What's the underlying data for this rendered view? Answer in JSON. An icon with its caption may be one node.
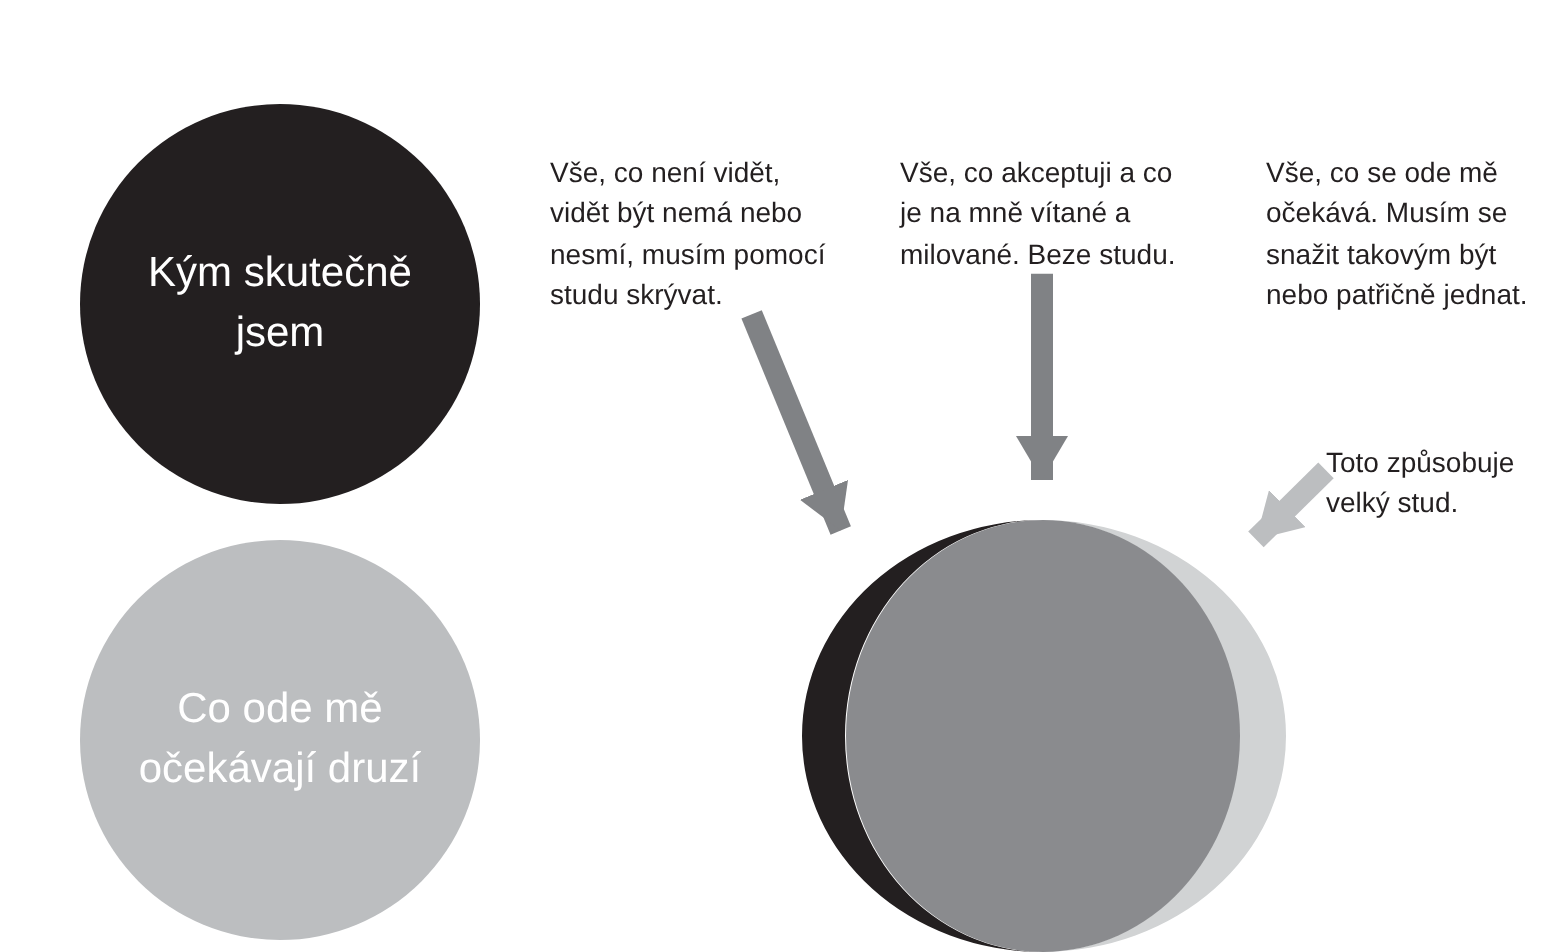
{
  "diagram": {
    "nodes": [
      {
        "text": [
          "Kým skutečně jsem"
        ]
      },
      {
        "text": [
          "Co ode mě očekávají druzí"
        ]
      },
      {
        "text": [
          "Vše, co není vidět, vidět být nemá nebo nesmí, musím pomocí studu skrývat."
        ]
      },
      {
        "text": [
          "Vše, co akceptuji a co je na mně vítané a milované. Beze studu."
        ]
      },
      {
        "text": [
          "Vše, co se ode mě očekává. Musím se snažit takovým být nebo patřičně jednat."
        ]
      },
      {
        "text": [
          "Toto způsobuje velký stud."
        ]
      },
      {
        "text": [],
        "shape": "circle"
      },
      {
        "text": [],
        "shape": "circle"
      },
      {
        "text": [],
        "shape": "circle"
      }
    ],
    "edges": [
      {
        "from": 2,
        "to": 6,
        "arrow": "to"
      },
      {
        "from": 3,
        "to": 7,
        "arrow": "to"
      },
      {
        "from": 5,
        "to": 8,
        "arrow": "to",
        "color": "#bcbec0"
      }
    ]
  }
}
